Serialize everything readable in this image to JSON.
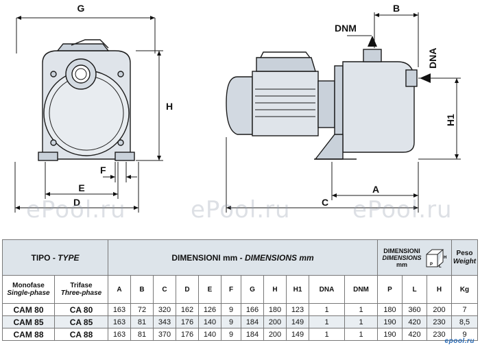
{
  "dims": {
    "front_top": "G",
    "front_height": "H",
    "front_foot_gap": "F",
    "front_inner_base": "E",
    "front_outer_base": "D",
    "side_top": "B",
    "side_outlet": "DNM",
    "side_inlet": "DNA",
    "side_axis_height": "H1",
    "side_front": "A",
    "side_total": "C"
  },
  "watermark": "ePool.ru",
  "table": {
    "tipo_type": {
      "label": "TIPO - ",
      "label_en": "TYPE"
    },
    "dimensions_header": {
      "label": "DIMENSIONI mm - ",
      "label_en": "DIMENSIONS mm"
    },
    "package": {
      "line1": "DIMENSIONI",
      "line2": "DIMENSIONS",
      "line3": "mm",
      "icon_labels": [
        "P",
        "L",
        "H"
      ]
    },
    "weight": {
      "label": "Peso",
      "label_en": "Weight"
    },
    "monofase": {
      "label": "Monofase",
      "label_en": "Single-phase"
    },
    "trifase": {
      "label": "Trifase",
      "label_en": "Three-phase"
    },
    "dim_columns": [
      "A",
      "B",
      "C",
      "D",
      "E",
      "F",
      "G",
      "H",
      "H1",
      "DNA",
      "DNM"
    ],
    "pkg_columns": [
      "P",
      "L",
      "H"
    ],
    "weight_unit": "Kg",
    "rows": [
      {
        "mono": "CAM 80",
        "tri": "CA 80",
        "dims": [
          "163",
          "72",
          "320",
          "162",
          "126",
          "9",
          "166",
          "180",
          "123",
          "1",
          "1"
        ],
        "pkg": [
          "180",
          "360",
          "200"
        ],
        "kg": "7"
      },
      {
        "mono": "CAM 85",
        "tri": "CA 85",
        "dims": [
          "163",
          "81",
          "343",
          "176",
          "140",
          "9",
          "184",
          "200",
          "149",
          "1",
          "1"
        ],
        "pkg": [
          "190",
          "420",
          "230"
        ],
        "kg": "8,5"
      },
      {
        "mono": "CAM 88",
        "tri": "CA 88",
        "dims": [
          "163",
          "81",
          "370",
          "176",
          "140",
          "9",
          "184",
          "200",
          "149",
          "1",
          "1"
        ],
        "pkg": [
          "190",
          "420",
          "230"
        ],
        "kg": "9"
      }
    ]
  },
  "footer_logo": "epool.ru",
  "colors": {
    "body_fill": "#dfe4ea",
    "line": "#1a1a1a",
    "header_bg": "#dde4ea",
    "row_alt": "#e9eef2"
  }
}
